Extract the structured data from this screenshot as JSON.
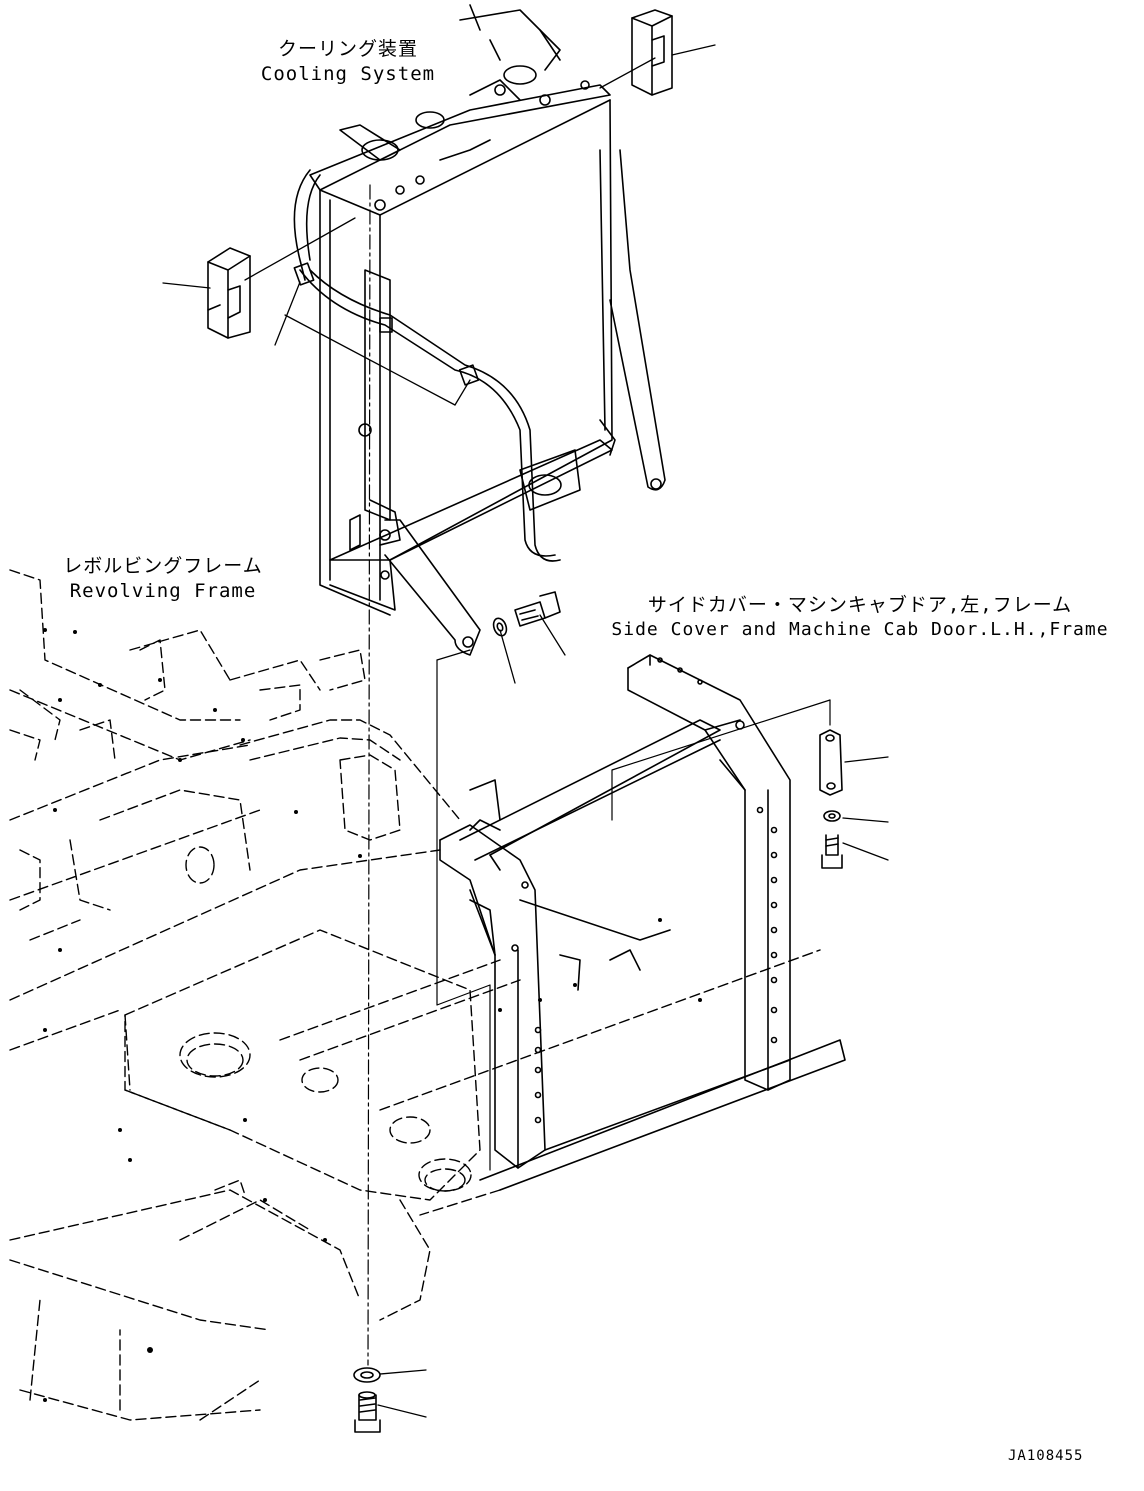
{
  "labels": {
    "cooling_ja": "クーリング装置",
    "cooling_en": "Cooling System",
    "revolving_ja": "レボルビングフレーム",
    "revolving_en": "Revolving Frame",
    "side_ja": "サイドカバー・マシンキャブドア,左,フレーム",
    "side_en": "Side Cover and Machine Cab Door.L.H.,Frame"
  },
  "drawing_code": "JA108455"
}
